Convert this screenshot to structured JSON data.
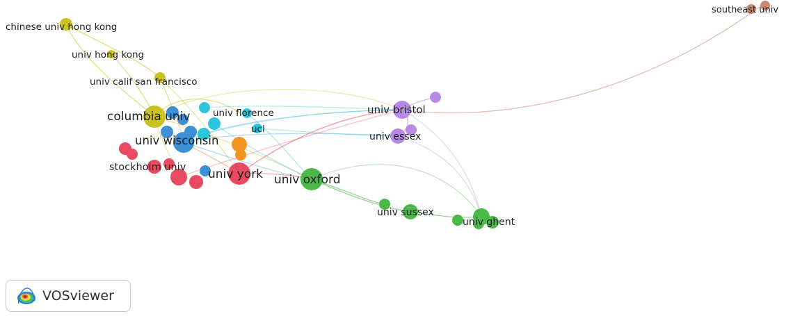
{
  "clusters": {
    "red": "#e84a5f",
    "green": "#4cb84c",
    "blue": "#3d8fd6",
    "yellow": "#c9c220",
    "purple": "#b78ae6",
    "cyan": "#2cc5db",
    "orange": "#f39322",
    "brown": "#c98873"
  },
  "labels": {
    "chinese_univ_hong_kong": "chinese univ hong kong",
    "univ_hong_kong": "univ hong kong",
    "univ_calif_san_francisco": "univ calif san francisco",
    "columbia_univ": "columbia univ",
    "univ_florence": "univ florence",
    "ucl": "ucl",
    "univ_wisconsin": "univ wisconsin",
    "stockholm_univ": "stockholm univ",
    "univ_york": "univ york",
    "univ_oxford": "univ oxford",
    "univ_bristol": "univ bristol",
    "univ_essex": "univ essex",
    "univ_sussex": "univ sussex",
    "univ_ghent": "univ ghent",
    "southeast_univ": "southeast univ"
  },
  "nodes": [
    {
      "id": "chinese_univ_hong_kong",
      "cluster": "yellow",
      "label": "chinese univ hong kong"
    },
    {
      "id": "univ_hong_kong",
      "cluster": "yellow",
      "label": "univ hong kong"
    },
    {
      "id": "univ_calif_san_francisco",
      "cluster": "yellow",
      "label": "univ calif san francisco"
    },
    {
      "id": "columbia_univ",
      "cluster": "yellow",
      "label": "columbia univ"
    },
    {
      "id": "univ_florence",
      "cluster": "cyan",
      "label": "univ florence"
    },
    {
      "id": "ucl",
      "cluster": "cyan",
      "label": "ucl"
    },
    {
      "id": "univ_wisconsin",
      "cluster": "blue",
      "label": "univ wisconsin"
    },
    {
      "id": "stockholm_univ",
      "cluster": "red",
      "label": "stockholm univ"
    },
    {
      "id": "univ_york",
      "cluster": "red",
      "label": "univ york"
    },
    {
      "id": "univ_oxford",
      "cluster": "green",
      "label": "univ oxford"
    },
    {
      "id": "univ_bristol",
      "cluster": "purple",
      "label": "univ bristol"
    },
    {
      "id": "univ_essex",
      "cluster": "purple",
      "label": "univ essex"
    },
    {
      "id": "univ_sussex",
      "cluster": "green",
      "label": "univ sussex"
    },
    {
      "id": "univ_ghent",
      "cluster": "green",
      "label": "univ ghent"
    },
    {
      "id": "southeast_univ",
      "cluster": "brown",
      "label": "southeast univ"
    }
  ],
  "brand": {
    "name": "VOSviewer"
  }
}
